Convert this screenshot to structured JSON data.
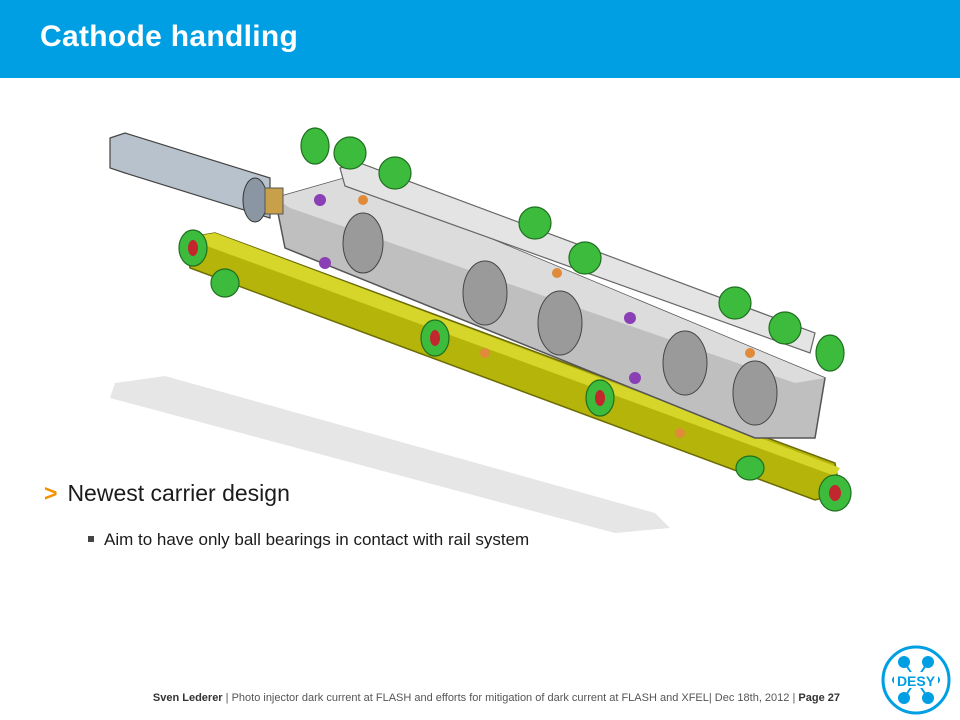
{
  "slide": {
    "title": "Cathode handling",
    "bullet_main": "Newest carrier design",
    "bullet_arrow": ">",
    "bullet_sub": "Aim to have only ball bearings in contact with rail system"
  },
  "footer": {
    "author": "Sven Lederer",
    "talk": "| Photo injector dark current at FLASH and efforts for mitigation of dark current at FLASH and XFEL|",
    "date": "Dec 18th, 2012",
    "sep": "|",
    "page": "Page 27"
  },
  "logo": {
    "text": "DESY"
  },
  "colors": {
    "header": "#009fe3",
    "accent": "#f39200",
    "rail": "#b5b40a",
    "wheel": "#3dbb3d",
    "body": "#c8c8c8"
  }
}
